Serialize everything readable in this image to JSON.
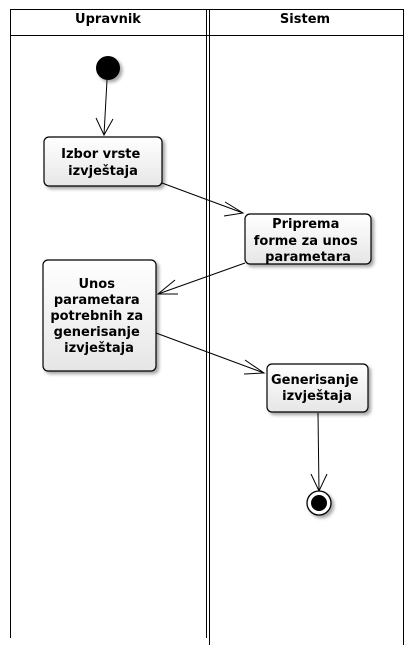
{
  "swimlanes": [
    {
      "name": "Upravnik"
    },
    {
      "name": "Sistem"
    }
  ],
  "activities": [
    {
      "id": "izbor",
      "lines": [
        "Izbor vrste",
        "izvještaja"
      ]
    },
    {
      "id": "priprema",
      "lines": [
        "Priprema",
        "forme za unos",
        "parametara"
      ]
    },
    {
      "id": "unos",
      "lines": [
        "Unos",
        "parametara",
        "potrebnih za",
        "generisanje",
        "izvještaja"
      ]
    },
    {
      "id": "generisanje",
      "lines": [
        "Generisanje",
        "izvještaja"
      ]
    }
  ],
  "flows": [
    {
      "from": "start",
      "to": "izbor"
    },
    {
      "from": "izbor",
      "to": "priprema"
    },
    {
      "from": "priprema",
      "to": "unos"
    },
    {
      "from": "unos",
      "to": "generisanje"
    },
    {
      "from": "generisanje",
      "to": "end"
    }
  ],
  "colors": {
    "box_fill_top": "#ffffff",
    "box_fill_bottom": "#e6e6e6",
    "node_fill": "#000000"
  }
}
